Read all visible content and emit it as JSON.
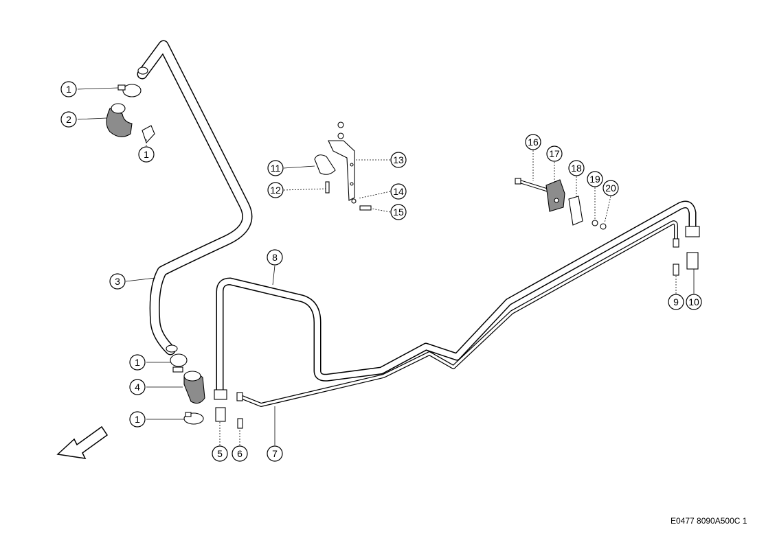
{
  "callouts": [
    {
      "label": "1"
    },
    {
      "label": "2"
    },
    {
      "label": "1"
    },
    {
      "label": "3"
    },
    {
      "label": "1"
    },
    {
      "label": "4"
    },
    {
      "label": "1"
    },
    {
      "label": "5"
    },
    {
      "label": "6"
    },
    {
      "label": "7"
    },
    {
      "label": "8"
    },
    {
      "label": "9"
    },
    {
      "label": "10"
    },
    {
      "label": "11"
    },
    {
      "label": "12"
    },
    {
      "label": "13"
    },
    {
      "label": "14"
    },
    {
      "label": "15"
    },
    {
      "label": "16"
    },
    {
      "label": "17"
    },
    {
      "label": "18"
    },
    {
      "label": "19"
    },
    {
      "label": "20"
    }
  ],
  "reference_code": "E0477 8090A500C 1",
  "colors": {
    "line": "#000000",
    "background": "#ffffff",
    "rubber": "#8c8c8c"
  },
  "icons": [
    "direction-arrow-icon"
  ]
}
